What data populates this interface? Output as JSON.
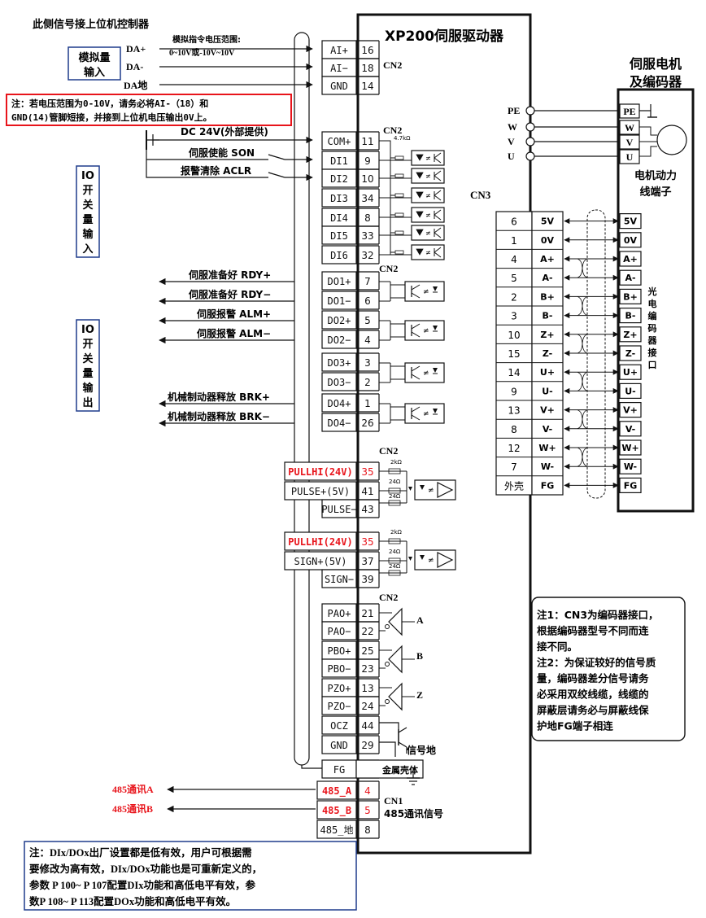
{
  "texts": {
    "host_title": "此侧信号接上位机控制器",
    "drive_title": "XP200伺服驱动器",
    "motor_title_1": "伺服电机",
    "motor_title_2": "及编码器",
    "analog_box_1": "模拟量",
    "analog_box_2": "输入",
    "da_plus": "DA+",
    "da_minus": "DA-",
    "da_gnd": "DA地",
    "analog_range_1": "模拟指令电压范围:",
    "analog_range_2": "0~10V或-10V~10V",
    "volt_note": "注：若电压范围为0-10V，请务必将AI-（18）和",
    "volt_note_2": "GND(14)管脚短接，并接到上位机电压输出0V上。",
    "dc24v": "DC 24V(外部提供)",
    "son": "伺服使能 SON",
    "aclr": "报警清除 ACLR",
    "io_in": [
      "IO",
      "开",
      "关",
      "量",
      "输",
      "入"
    ],
    "io_out": [
      "IO",
      "开",
      "关",
      "量",
      "输",
      "出"
    ],
    "rdy_p": "伺服准备好 RDY+",
    "rdy_m": "伺服准备好 RDY−",
    "alm_p": "伺服报警 ALM+",
    "alm_m": "伺服报警 ALM−",
    "brk_p": "机械制动器释放 BRK+",
    "brk_m": "机械制动器释放 BRK−",
    "cn2": "CN2",
    "cn3": "CN3",
    "cn1": "CN1",
    "r_47k": "4.7kΩ",
    "r_2k": "2kΩ",
    "r_24": "24Ω",
    "pa": "A",
    "pb": "B",
    "pz": "Z",
    "signal_gnd": "信号地",
    "metal_shell": "金属壳体",
    "comm_a": "485通讯A",
    "comm_b": "485通讯B",
    "comm_sig": "485通讯信号",
    "pe": "PE",
    "w": "W",
    "v": "V",
    "u": "U",
    "motor_power_1": "电机动力",
    "motor_power_2": "线端子",
    "encoder_vert": [
      "光",
      "电",
      "编",
      "码",
      "器",
      "接",
      "口"
    ],
    "note1_lines": [
      "注1：CN3为编码器接口，",
      "根据编码器型号不同而连",
      "接不同。",
      "注2：为保证较好的信号质",
      "量，编码器差分信号请务",
      "必采用双绞线缆，线缆的",
      "屏蔽层请务必与屏蔽线保",
      "护地FG端子相连"
    ],
    "bottom_note_lines": [
      "注：DIx/DOx出厂设置都是低有效，用户可根据需",
      "要修改为高有效，DIx/DOx功能也是可重新定义的，",
      "参数 P 100~ P 107配置DIx功能和高低电平有效，参",
      "数P 108~ P 113配置DOx功能和高低电平有效。"
    ]
  },
  "cn2_pins": [
    {
      "label": "AI+",
      "num": "16"
    },
    {
      "label": "AI−",
      "num": "18"
    },
    {
      "label": "GND",
      "num": "14"
    },
    {
      "label": "COM+",
      "num": "11"
    },
    {
      "label": "DI1",
      "num": "9"
    },
    {
      "label": "DI2",
      "num": "10"
    },
    {
      "label": "DI3",
      "num": "34"
    },
    {
      "label": "DI4",
      "num": "8"
    },
    {
      "label": "DI5",
      "num": "33"
    },
    {
      "label": "DI6",
      "num": "32"
    },
    {
      "label": "DO1+",
      "num": "7"
    },
    {
      "label": "DO1−",
      "num": "6"
    },
    {
      "label": "DO2+",
      "num": "5"
    },
    {
      "label": "DO2−",
      "num": "4"
    },
    {
      "label": "DO3+",
      "num": "3"
    },
    {
      "label": "DO3−",
      "num": "2"
    },
    {
      "label": "DO4+",
      "num": "1"
    },
    {
      "label": "DO4−",
      "num": "26"
    },
    {
      "label": "PULLHI(24V)",
      "num": "35"
    },
    {
      "label": "PULSE+(5V)",
      "num": "41"
    },
    {
      "label": "PULSE−",
      "num": "43"
    },
    {
      "label": "PULLHI(24V)",
      "num": "35"
    },
    {
      "label": "SIGN+(5V)",
      "num": "37"
    },
    {
      "label": "SIGN−",
      "num": "39"
    },
    {
      "label": "PAO+",
      "num": "21"
    },
    {
      "label": "PAO−",
      "num": "22"
    },
    {
      "label": "PBO+",
      "num": "25"
    },
    {
      "label": "PBO−",
      "num": "23"
    },
    {
      "label": "PZO+",
      "num": "13"
    },
    {
      "label": "PZO−",
      "num": "24"
    },
    {
      "label": "OCZ",
      "num": "44"
    },
    {
      "label": "GND",
      "num": "29"
    },
    {
      "label": "FG",
      "num": ""
    },
    {
      "label": "485_A",
      "num": "4"
    },
    {
      "label": "485_B",
      "num": "5"
    },
    {
      "label": "485_地",
      "num": "8"
    }
  ],
  "cn3_pins": [
    {
      "num": "6",
      "name": "5V",
      "enc": "5V"
    },
    {
      "num": "1",
      "name": "0V",
      "enc": "0V"
    },
    {
      "num": "4",
      "name": "A+",
      "enc": "A+"
    },
    {
      "num": "5",
      "name": "A-",
      "enc": "A-"
    },
    {
      "num": "2",
      "name": "B+",
      "enc": "B+"
    },
    {
      "num": "3",
      "name": "B-",
      "enc": "B-"
    },
    {
      "num": "10",
      "name": "Z+",
      "enc": "Z+"
    },
    {
      "num": "15",
      "name": "Z-",
      "enc": "Z-"
    },
    {
      "num": "14",
      "name": "U+",
      "enc": "U+"
    },
    {
      "num": "9",
      "name": "U-",
      "enc": "U-"
    },
    {
      "num": "13",
      "name": "V+",
      "enc": "V+"
    },
    {
      "num": "8",
      "name": "V-",
      "enc": "V-"
    },
    {
      "num": "12",
      "name": "W+",
      "enc": "W+"
    },
    {
      "num": "7",
      "name": "W-",
      "enc": "W-"
    },
    {
      "num": "外壳",
      "name": "FG",
      "enc": "FG"
    }
  ],
  "colors": {
    "red": "#e8141b",
    "line": "#111111",
    "blue": "#1f3c8c"
  }
}
